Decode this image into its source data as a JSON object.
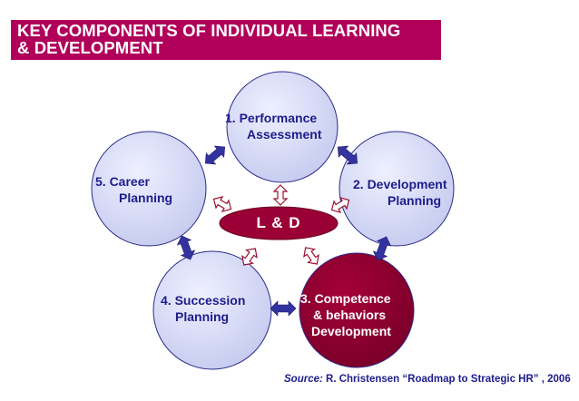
{
  "title": {
    "line1": "KEY COMPONENTS OF INDIVIDUAL LEARNING",
    "line2": "& DEVELOPMENT"
  },
  "center": {
    "label": "L & D"
  },
  "components": [
    {
      "line1": "1. Performance",
      "line2": "Assessment"
    },
    {
      "line1": "2. Development",
      "line2": "Planning"
    },
    {
      "line1": "3. Competence",
      "line2": "& behaviors",
      "line3": "Development"
    },
    {
      "line1": "4. Succession",
      "line2": "Planning"
    },
    {
      "line1": "5. Career",
      "line2": "Planning"
    }
  ],
  "source": {
    "label": "Source:",
    "text": "R. Christensen “Roadmap to Strategic HR” , 2006"
  },
  "colors": {
    "title_bg": "#b0005a",
    "circle_fill": "#d6d9f5",
    "highlight_fill": "#8b0030",
    "arrow_blue": "#3333a0",
    "arrow_outline": "#9c1030",
    "text": "#1d1d8c"
  }
}
